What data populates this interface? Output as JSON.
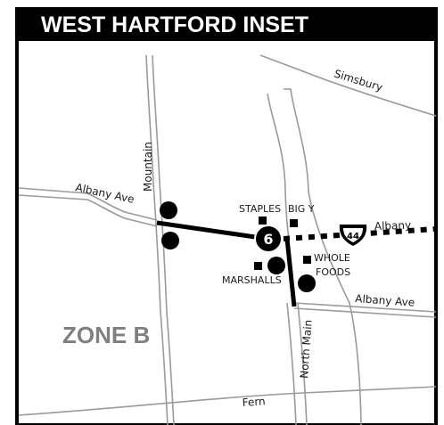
{
  "title": "WEST HARTFORD INSET",
  "zone_label": "ZONE B",
  "streets": {
    "albany_ave_west": "Albany Ave",
    "mountain": "Mountain",
    "simsbury": "Simsbury",
    "north_main": "North Main",
    "albany_ave_east": "Albany Ave",
    "albany_route": "Albany",
    "fern": "Fern"
  },
  "route": {
    "number": "6"
  },
  "highway_shield": {
    "number": "44"
  },
  "stores": {
    "staples": "STAPLES",
    "big_y": "BIG Y",
    "marshalls": "MARSHALLS",
    "whole_foods_line1": "WHOLE",
    "whole_foods_line2": "FOODS"
  },
  "colors": {
    "header_bg": "#000000",
    "header_text": "#ffffff",
    "road": "#9a9a9a",
    "route": "#000000",
    "zone_text": "#808080"
  }
}
